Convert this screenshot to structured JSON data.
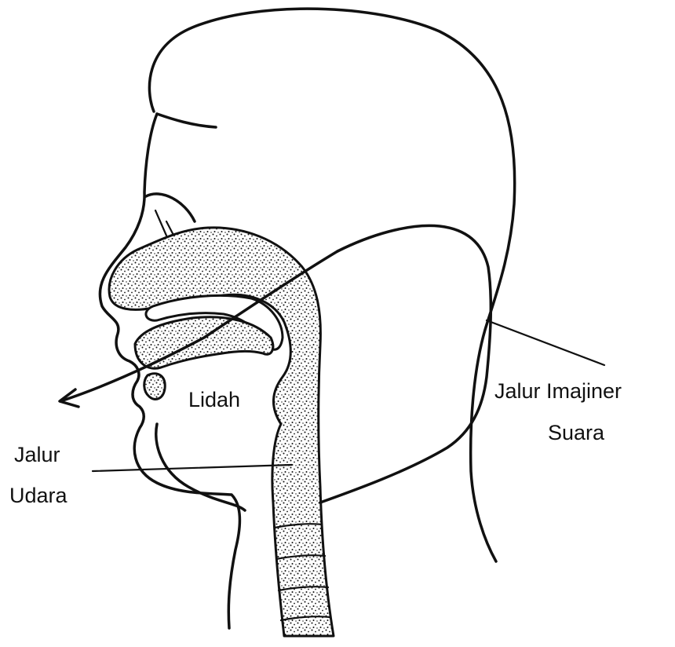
{
  "labels": {
    "tongue": "Lidah",
    "imaginary_path_line1": "Jalur Imajiner",
    "imaginary_path_line2": "Suara",
    "airway_line1": "Jalur",
    "airway_line2": "Udara"
  },
  "colors": {
    "ink": "#111111",
    "paper": "#ffffff"
  }
}
